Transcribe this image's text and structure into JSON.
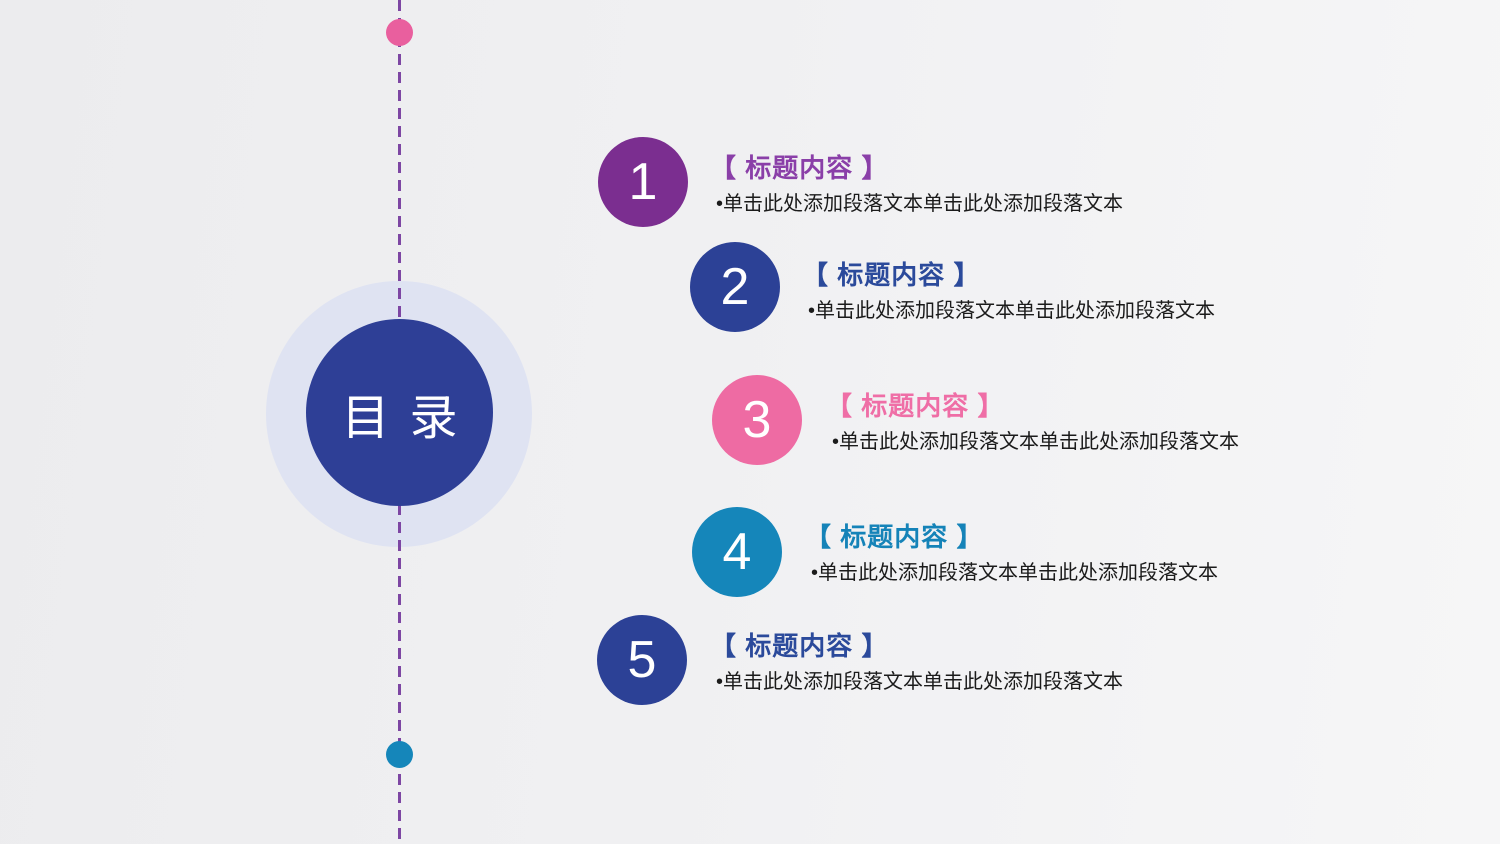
{
  "toc": {
    "badge": "目录"
  },
  "decor": {
    "line_color": "#7d46a3",
    "top_dot_color": "#e95f9e",
    "bottom_dot_color": "#1586ba",
    "toc_circle_color": "#2e3f96",
    "toc_halo_color": "#dfe3f2"
  },
  "colors": {
    "background_left": "#ececee",
    "background_right": "#f6f6f7",
    "body_text": "#1b1b1b"
  },
  "items": [
    {
      "number": "1",
      "title": "【 标题内容 】",
      "body": "•单击此处添加段落文本单击此处添加段落文本",
      "circle_color": "#7b2e90",
      "title_color": "#8a3fa8"
    },
    {
      "number": "2",
      "title": "【 标题内容 】",
      "body": "•单击此处添加段落文本单击此处添加段落文本",
      "circle_color": "#2c4196",
      "title_color": "#2b4a9b"
    },
    {
      "number": "3",
      "title": "【 标题内容 】",
      "body": "•单击此处添加段落文本单击此处添加段落文本",
      "circle_color": "#ee6ba3",
      "title_color": "#ef6ea6"
    },
    {
      "number": "4",
      "title": "【 标题内容 】",
      "body": "•单击此处添加段落文本单击此处添加段落文本",
      "circle_color": "#1586ba",
      "title_color": "#1583b8"
    },
    {
      "number": "5",
      "title": "【 标题内容 】",
      "body": "•单击此处添加段落文本单击此处添加段落文本",
      "circle_color": "#2c4196",
      "title_color": "#2b4a9b"
    }
  ]
}
